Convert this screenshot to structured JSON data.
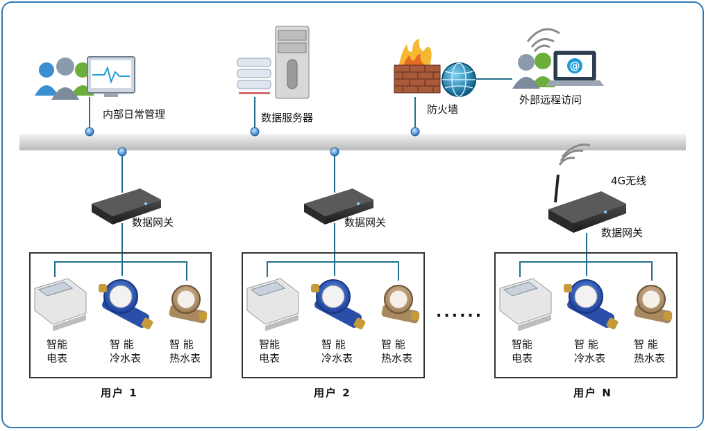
{
  "top": {
    "internal_mgmt": "内部日常管理",
    "data_server": "数据服务器",
    "firewall": "防火墙",
    "remote_access": "外部远程访问"
  },
  "gateways": {
    "g1": "数据网关",
    "g2": "数据网关",
    "g3": "数据网关",
    "wireless": "4G无线"
  },
  "meters": {
    "electric": [
      "智能",
      "电表"
    ],
    "cold": [
      "智 能",
      "冷水表"
    ],
    "hot": [
      "智 能",
      "热水表"
    ]
  },
  "users": {
    "u1": "用户 1",
    "u2": "用户 2",
    "un": "用户 N"
  },
  "ellipsis": "......"
}
